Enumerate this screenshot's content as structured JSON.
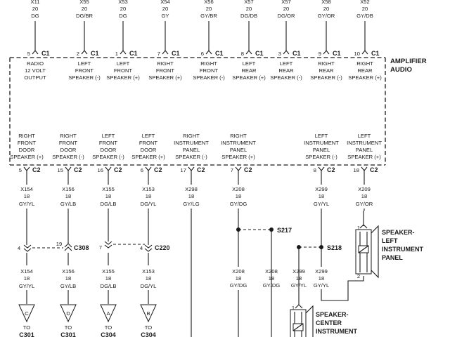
{
  "amplifier_label": [
    "AMPLIFIER",
    "AUDIO"
  ],
  "top_wires": [
    {
      "circuit": "X11",
      "gauge": "20",
      "color": "DG"
    },
    {
      "circuit": "X55",
      "gauge": "20",
      "color": "DG/BR"
    },
    {
      "circuit": "X53",
      "gauge": "20",
      "color": "DG"
    },
    {
      "circuit": "X54",
      "gauge": "20",
      "color": "GY"
    },
    {
      "circuit": "X56",
      "gauge": "20",
      "color": "GY/BR"
    },
    {
      "circuit": "X57",
      "gauge": "20",
      "color": "DG/DB"
    },
    {
      "circuit": "X57",
      "gauge": "20",
      "color": "DG/OR"
    },
    {
      "circuit": "X58",
      "gauge": "20",
      "color": "GY/OR"
    },
    {
      "circuit": "X52",
      "gauge": "20",
      "color": "GY/DB"
    }
  ],
  "top_pins": [
    {
      "pin": "5",
      "connector": "C1",
      "label": [
        "RADIO",
        "12 VOLT",
        "OUTPUT"
      ]
    },
    {
      "pin": "2",
      "connector": "C1",
      "label": [
        "LEFT",
        "FRONT",
        "SPEAKER (-)"
      ]
    },
    {
      "pin": "1",
      "connector": "C1",
      "label": [
        "LEFT",
        "FRONT",
        "SPEAKER (+)"
      ]
    },
    {
      "pin": "7",
      "connector": "C1",
      "label": [
        "RIGHT",
        "FRONT",
        "SPEAKER (+)"
      ]
    },
    {
      "pin": "6",
      "connector": "C1",
      "label": [
        "RIGHT",
        "FRONT",
        "SPEAKER (-)"
      ]
    },
    {
      "pin": "8",
      "connector": "C1",
      "label": [
        "LEFT",
        "REAR",
        "SPEAKER (+)"
      ]
    },
    {
      "pin": "3",
      "connector": "C1",
      "label": [
        "LEFT",
        "REAR",
        "SPEAKER (-)"
      ]
    },
    {
      "pin": "9",
      "connector": "C1",
      "label": [
        "RIGHT",
        "REAR",
        "SPEAKER (-)"
      ]
    },
    {
      "pin": "10",
      "connector": "C1",
      "label": [
        "RIGHT",
        "REAR",
        "SPEAKER (+)"
      ]
    }
  ],
  "bottom_pins": [
    {
      "label": [
        "RIGHT",
        "FRONT",
        "DOOR",
        "SPEAKER (+)"
      ],
      "pin": "5",
      "connector": "C2"
    },
    {
      "label": [
        "RIGHT",
        "FRONT",
        "DOOR",
        "SPEAKER (-)"
      ],
      "pin": "15",
      "connector": "C2"
    },
    {
      "label": [
        "LEFT",
        "FRONT",
        "DOOR",
        "SPEAKER (-)"
      ],
      "pin": "16",
      "connector": "C2"
    },
    {
      "label": [
        "LEFT",
        "FRONT",
        "DOOR",
        "SPEAKER (+)"
      ],
      "pin": "6",
      "connector": "C2"
    },
    {
      "label": [
        "RIGHT",
        "INSTRUMENT",
        "PANEL",
        "SPEAKER (-)"
      ],
      "pin": "17",
      "connector": "C2"
    },
    {
      "label": [
        "RIGHT",
        "INSTRUMENT",
        "PANEL",
        "SPEAKER (+)"
      ],
      "pin": "7",
      "connector": "C2"
    },
    {
      "label": [
        "LEFT",
        "INSTRUMENT",
        "PANEL",
        "SPEAKER (-)"
      ],
      "pin": "8",
      "connector": "C2"
    },
    {
      "label": [
        "LEFT",
        "INSTRUMENT",
        "PANEL",
        "SPEAKER (+)"
      ],
      "pin": "18",
      "connector": "C2"
    }
  ],
  "lower_wires": [
    {
      "circuit": "X154",
      "gauge": "18",
      "color": "GY/YL"
    },
    {
      "circuit": "X156",
      "gauge": "18",
      "color": "GY/LB"
    },
    {
      "circuit": "X155",
      "gauge": "18",
      "color": "DG/LB"
    },
    {
      "circuit": "X153",
      "gauge": "18",
      "color": "DG/YL"
    },
    {
      "circuit": "X298",
      "gauge": "18",
      "color": "GY/LG"
    },
    {
      "circuit": "X208",
      "gauge": "18",
      "color": "GY/DG"
    },
    {
      "circuit": "X299",
      "gauge": "18",
      "color": "GY/YL"
    },
    {
      "circuit": "X209",
      "gauge": "18",
      "color": "GY/OR"
    }
  ],
  "inline_connectors": {
    "pin_a": "4",
    "pin_b": "19",
    "c308": "C308",
    "pin_c": "7",
    "pin_d": "4",
    "c220": "C220"
  },
  "splices": {
    "s217": "S217",
    "s218": "S218"
  },
  "after_connector_wires": [
    {
      "circuit": "X154",
      "gauge": "18",
      "color": "GY/YL"
    },
    {
      "circuit": "X156",
      "gauge": "18",
      "color": "GY/LB"
    },
    {
      "circuit": "X155",
      "gauge": "18",
      "color": "DG/LB"
    },
    {
      "circuit": "X153",
      "gauge": "18",
      "color": "DG/YL"
    }
  ],
  "splice_wires": [
    {
      "circuit": "X208",
      "gauge": "18",
      "color": "GY/DG"
    },
    {
      "circuit": "X208",
      "gauge": "18",
      "color": "GY/DG"
    },
    {
      "circuit": "X299",
      "gauge": "18",
      "color": "GY/YL"
    },
    {
      "circuit": "X299",
      "gauge": "18",
      "color": "GY/YL"
    }
  ],
  "destinations": [
    {
      "letter": "C",
      "to": "TO",
      "connector": "C301"
    },
    {
      "letter": "D",
      "to": "TO",
      "connector": "C301"
    },
    {
      "letter": "A",
      "to": "TO",
      "connector": "C304"
    },
    {
      "letter": "B",
      "to": "TO",
      "connector": "C304"
    }
  ],
  "speaker_left": {
    "pin_top": "1",
    "pin_bottom": "2",
    "label": [
      "SPEAKER-",
      "LEFT",
      "INSTRUMENT",
      "PANEL"
    ]
  },
  "speaker_center": {
    "pin_top": "1",
    "label": [
      "SPEAKER-",
      "CENTER",
      "INSTRUMENT"
    ]
  }
}
